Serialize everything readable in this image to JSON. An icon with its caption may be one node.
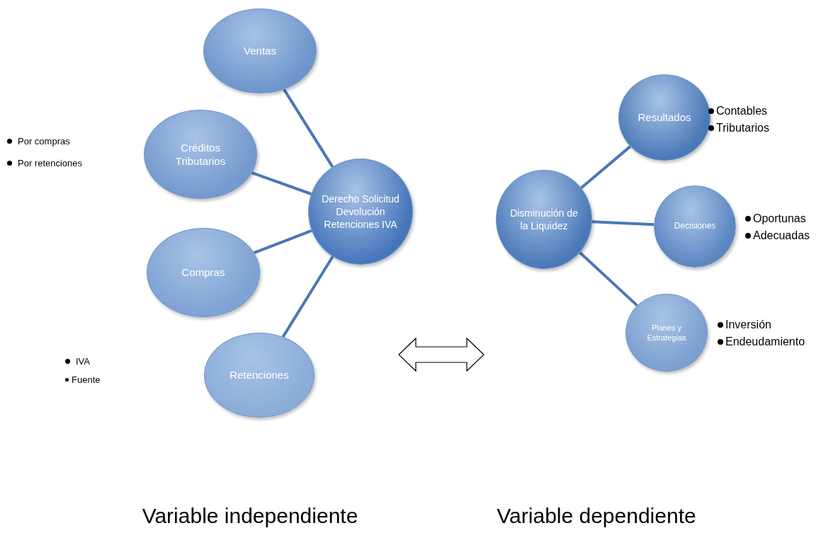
{
  "diagram": {
    "nodes": [
      {
        "text": [
          "Ventas"
        ]
      },
      {
        "text": [
          "Créditos Tributarios"
        ]
      },
      {
        "text": [
          "Derecho Solicitud Devolución Retenciones IVA"
        ]
      },
      {
        "text": [
          "Compras"
        ]
      },
      {
        "text": [
          "Retenciones"
        ]
      },
      {
        "text": [
          "Resultados"
        ],
        "beside": [
          "Contables",
          "Tributarios"
        ]
      },
      {
        "text": [
          "Disminución de la Liquidez"
        ]
      },
      {
        "text": [
          "Decisiones"
        ],
        "beside": [
          "Oportunas",
          "Adecuadas"
        ]
      },
      {
        "text": [
          "Planes y Estrategias"
        ],
        "beside": [
          "Inversión",
          "Endeudamiento"
        ]
      }
    ],
    "edges": [
      {
        "from": 0,
        "to": 2,
        "arrow": "none"
      },
      {
        "from": 1,
        "to": 2,
        "arrow": "none"
      },
      {
        "from": 3,
        "to": 2,
        "arrow": "none"
      },
      {
        "from": 4,
        "to": 2,
        "arrow": "none"
      },
      {
        "from": 6,
        "to": 5,
        "arrow": "none"
      },
      {
        "from": 6,
        "to": 7,
        "arrow": "none"
      },
      {
        "from": 6,
        "to": 8,
        "arrow": "none"
      }
    ],
    "labels": [
      "Por compras",
      "Por retenciones",
      "IVA",
      "Fuente",
      "Variable independiente",
      "Variable dependiente"
    ]
  }
}
